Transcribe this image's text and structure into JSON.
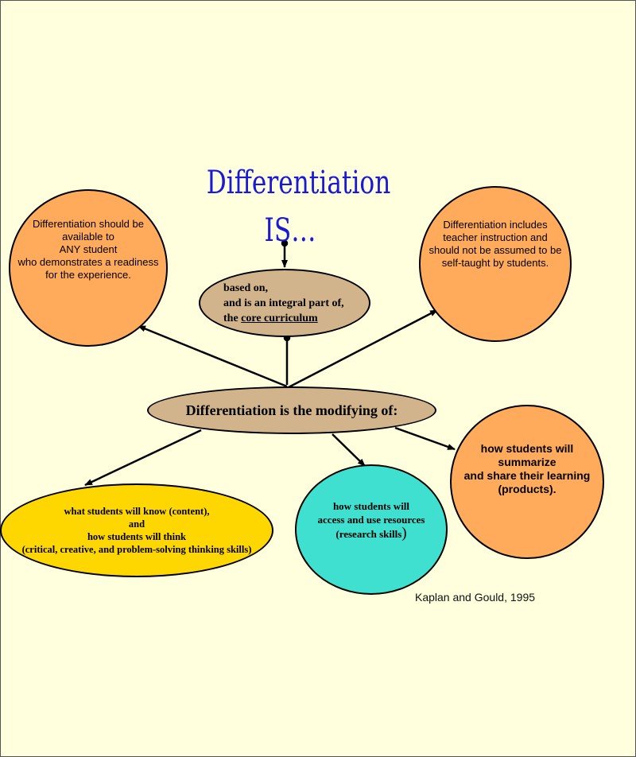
{
  "title": {
    "line1": "Differentiation",
    "line2": "IS…"
  },
  "nodes": {
    "top_left": [
      "Differentiation should be",
      "available to",
      "ANY student",
      "who demonstrates a readiness",
      "for the experience."
    ],
    "top_right": [
      "Differentiation includes",
      "teacher instruction and",
      "should not be assumed to be",
      "self-taught by students."
    ],
    "core": {
      "line1": "based on,",
      "line2": "and is an integral part of,",
      "line3_prefix": "the ",
      "line3_underlined": "core curriculum"
    },
    "center": "Differentiation is the modifying of:",
    "content": [
      "what students will know (content),",
      "and",
      "how students will think",
      "(critical, creative, and problem-solving thinking skills)"
    ],
    "research": {
      "line1": "how students will",
      "line2": "access and use resources",
      "line3": "(research skills",
      "line3_end": ")"
    },
    "products": [
      "how students will",
      "summarize",
      "and share their learning",
      "(products)."
    ]
  },
  "credit": "Kaplan and Gould, 1995",
  "colors": {
    "background": "#ffffdd",
    "title": "#1a1ad6",
    "orange": "#ffab5b",
    "tan": "#d2b48c",
    "yellow": "#ffd700",
    "teal": "#3fe0d0"
  }
}
